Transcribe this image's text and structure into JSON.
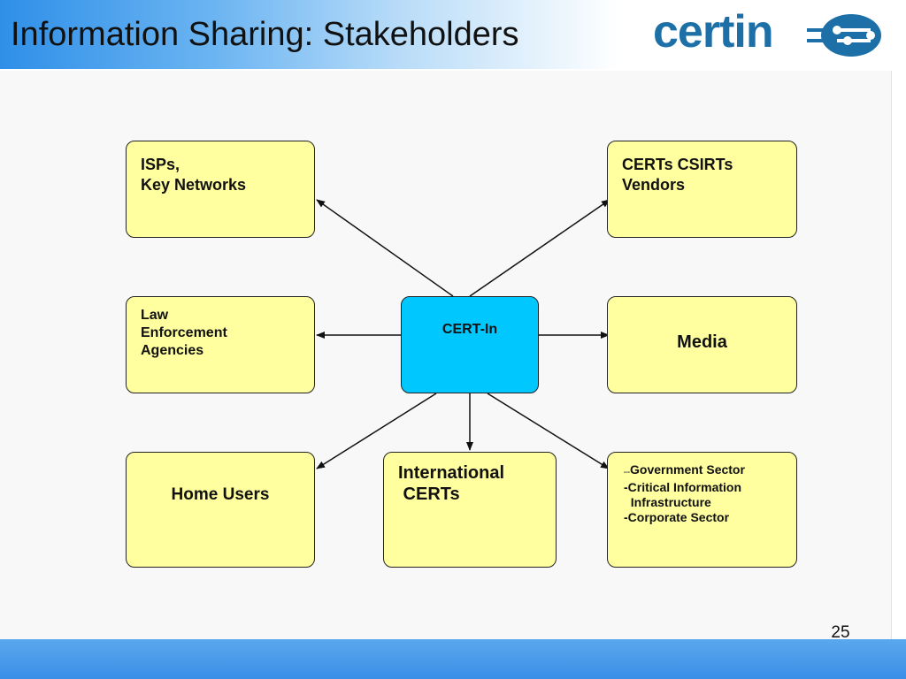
{
  "slide": {
    "title": "Information Sharing: Stakeholders",
    "page_number": "25"
  },
  "logo": {
    "text": "certin"
  },
  "colors": {
    "stakeholder_fill": "#ffffa0",
    "center_fill": "#00c8ff",
    "header_blue": "#2f8fe8",
    "footer_blue": "#3a8ee6",
    "logo_blue": "#1d6fa8"
  },
  "diagram": {
    "center": {
      "label": "CERT-In"
    },
    "stakeholders": {
      "isps": {
        "lines": [
          "ISPs,",
          "Key Networks"
        ]
      },
      "certs": {
        "lines": [
          "CERTs CSIRTs",
          "Vendors"
        ]
      },
      "law": {
        "lines": [
          "Law",
          "Enforcement",
          "Agencies"
        ]
      },
      "media": {
        "label": "Media"
      },
      "home": {
        "label": "Home Users"
      },
      "intl": {
        "lines": [
          "International",
          " CERTs"
        ]
      },
      "gov": {
        "prefix": "---",
        "lines": [
          "Government Sector",
          "-Critical Information",
          "  Infrastructure",
          "-Corporate Sector"
        ]
      }
    }
  }
}
